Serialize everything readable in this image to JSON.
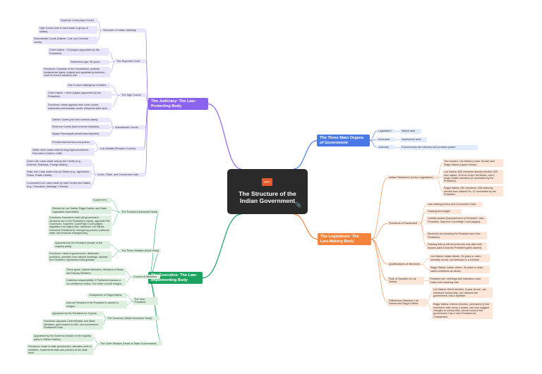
{
  "center": {
    "title_line1": "The Structure of the",
    "title_line2": "Indian Government",
    "icon_text": "PPT"
  },
  "mainTopics": [
    {
      "label": "The Judiciary: The Law-Protecting Body",
      "color": "#8b63f0"
    },
    {
      "label": "The Three Main Organs of Government",
      "color": "#4a78e6"
    },
    {
      "label": "The Legislature: The Law-Making Body",
      "color": "#f4843b"
    },
    {
      "label": "The Executive: The Law-Implementing Body",
      "color": "#1aa35e"
    }
  ],
  "judiciary": {
    "structure": {
      "label": "Structure of Indian Judiciary",
      "items": [
        "Supreme Court (Apex Court)",
        "High Courts (one in each state or group of states).",
        "Subordinate Courts (District, Civil, and Criminal courts)."
      ]
    },
    "supreme": {
      "label": "The Supreme Court",
      "items": [
        "Chief Justice + 33 judges (appointed by the President).",
        "Retirement age: 65 years.",
        "Functions: Guardian of the Constitution; protects fundamental rights; original and appellate jurisdiction; court of record; advisory role."
      ]
    },
    "high": {
      "label": "The High Courts",
      "items": [
        "One in each state/group of states.",
        "Chief Justice + other judges (appointed by the President).",
        "Functions: Hears appeals from lower courts; supervises subordinate courts; interprets state laws."
      ]
    },
    "subordinate": {
      "label": "Subordinate Courts",
      "items": [
        "District Courts (civil and criminal cases).",
        "Revenue Courts (land revenue disputes).",
        "Nyaya Panchayats (small local disputes)."
      ]
    },
    "lok": {
      "label": "Lok Adalats (People's Courts)",
      "items": [
        "Provide fast and low-cost justice.",
        "Settle minor cases without long legal procedures. First held in Delhi in 1985."
      ]
    },
    "union": {
      "label": "Union, State, and Concurrent Lists",
      "items": [
        "Union List: Laws made only by the Centre (e.g., Defence, Railways, Foreign Affairs).",
        "State List: Laws made only by States (e.g., Agriculture, Police, Public Health).",
        "Concurrent List: Laws made by both Centre and States (e.g., Education, Marriage, Forests)."
      ]
    }
  },
  "organs": {
    "items": [
      {
        "name": "Legislature",
        "desc": "Makes laws"
      },
      {
        "name": "Executive",
        "desc": "Implements laws"
      },
      {
        "name": "Judiciary",
        "desc": "Ensures laws are followed and provides justice"
      }
    ]
  },
  "legislature": {
    "parliament": {
      "label": "Indian Parliament (Union Legislature)",
      "items": [
        "Two houses: Lok Sabha (Lower House) and Rajya Sabha (Upper House).",
        "Lok Sabha: 552 members directly elected; 530 from states, 20 from Union Territories, and 2 Anglo-Indian members (if nominated by the President).",
        "Rajya Sabha: 250 members; 238 indirectly elected from states/UTs, 12 nominated by the President."
      ]
    },
    "functions": {
      "label": "Functions of Parliament",
      "items": [
        "Law-making (Union and Concurrent Lists).",
        "Passing the budget.",
        "Judicial powers (impeachment of President, Vice-President, Supreme Court/High Court judges).",
        "Electoral role (electing the President and Vice-President).",
        "Passing bills (a bill becomes law only after both houses pass it and the President gives assent)."
      ]
    },
    "qualifications": {
      "label": "Qualifications of Members",
      "items": [
        "Lok Sabha: Indian citizen, 25 years or older, mentally sound, not bankrupt or a criminal.",
        "Rajya Sabha: Indian citizen, 30 years or older, same conditions as above."
      ]
    },
    "speaker": {
      "label": "Role of Speaker of Lok Sabha",
      "items": [
        "Presides over meetings and maintains order. Casts a tie-breaking vote."
      ]
    },
    "differences": {
      "label": "Differences Between Lok Sabha and Rajya Sabha",
      "items": [
        "Lok Sabha: Direct election, 5-year tenure, can introduce money bills, can dissolve the government, has a Speaker.",
        "Rajya Sabha: Indirect election, permanent (1/3rd members retire every 2 years), can only suggest changes to money bills, cannot remove the government, has a Vice-President as Chairperson."
      ]
    }
  },
  "executive": {
    "president": {
      "label": "The President (Nominal Head)",
      "items": [
        "5-year term.",
        "Elected by Lok Sabha, Rajya Sabha, and State Legislative Assemblies.",
        "Functions: Executive head (all government decisions are in the President's name), appoints PM, Governors, Supreme Court/High Court judges; legislative role (signs bills, dissolves Lok Sabha, summons Parliament); emergency powers (national, state, and financial emergencies)."
      ]
    },
    "pm": {
      "label": "The Prime Minister (Real Head)",
      "items": [
        "Appointed by the President (leader of the majority party).",
        "Functions: Head of government, distributes portfolios, presides over cabinet meetings, advises the President, represents India globally."
      ]
    },
    "council": {
      "label": "Council of Ministers",
      "items": [
        "Three types: Cabinet Ministers, Ministers of State, and Deputy Ministers.",
        "Collective responsibility: If Parliament passes a no-confidence motion, the entire council resigns."
      ]
    },
    "vp": {
      "label": "The Vice-President",
      "items": [
        "Chairperson of Rajya Sabha.",
        "Acts as President if the President is absent or resigns."
      ]
    },
    "governor": {
      "label": "The Governor (State Executive Head)",
      "items": [
        "Appointed by the President for 5 years.",
        "Functions: Appoints Chief Minister and State Ministers, gives assent to bills, can recommend President's Rule."
      ]
    },
    "cm": {
      "label": "The Chief Minister (Head of State Government)",
      "items": [
        "Appointed by the Governor (leader of the majority party in Vidhan Sabha).",
        "Functions: Head of state government, allocates work to ministers, implements laws and policies at the state level."
      ]
    }
  }
}
